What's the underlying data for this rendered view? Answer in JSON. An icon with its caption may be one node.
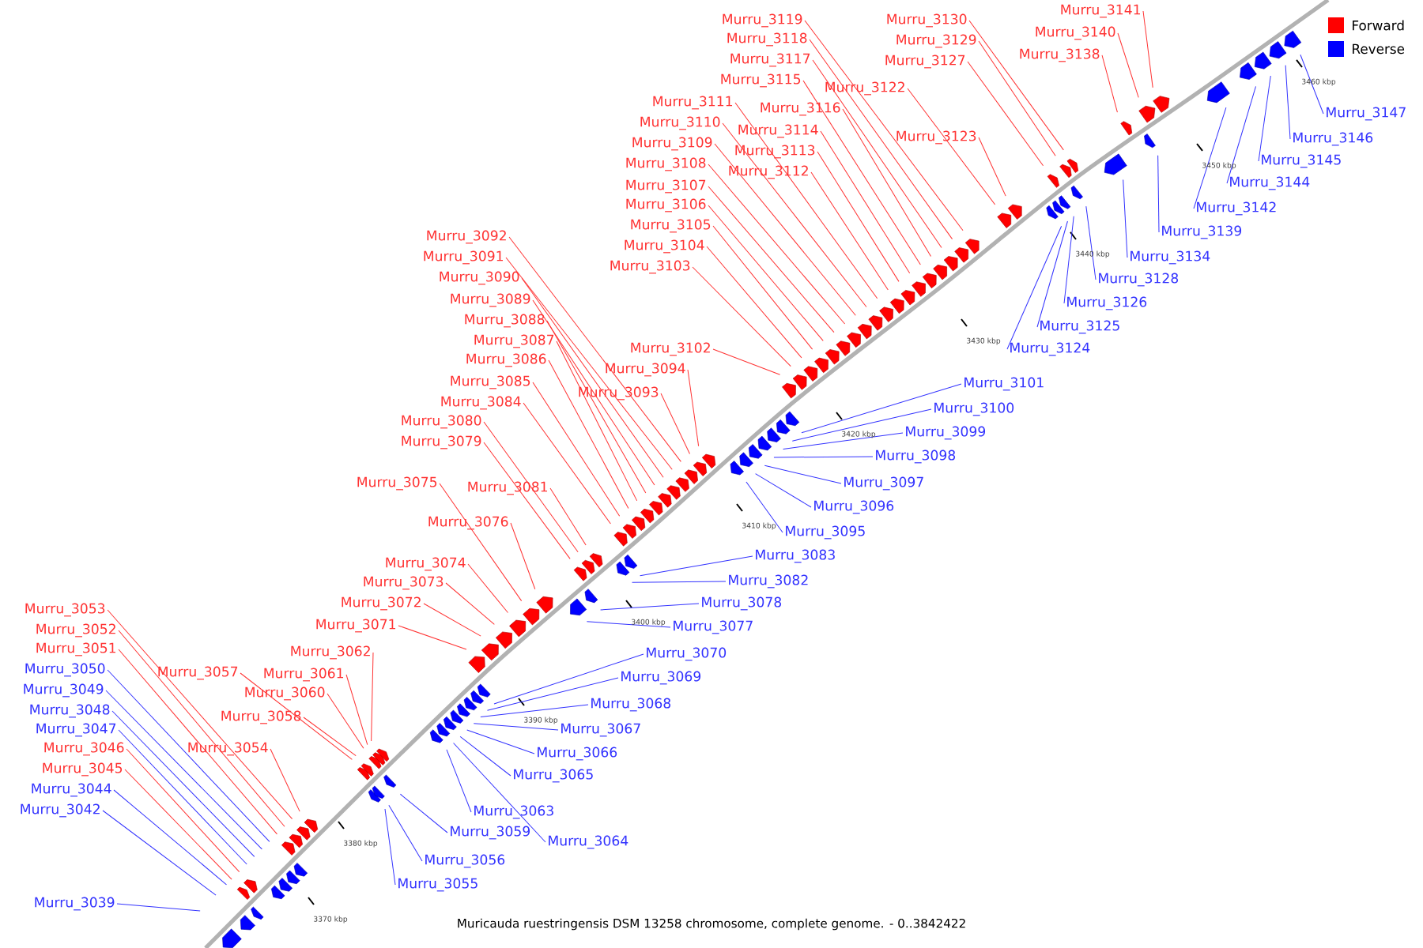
{
  "diagram": {
    "caption": "Muricauda ruestringensis DSM 13258 chromosome, complete genome. - 0..3842422",
    "nodes": [
      {
        "text": [
          "Murru_3039"
        ]
      },
      {
        "text": [
          "Murru_3042"
        ]
      },
      {
        "text": [
          "Murru_3044"
        ]
      },
      {
        "text": [
          "Murru_3045"
        ]
      },
      {
        "text": [
          "Murru_3046"
        ]
      },
      {
        "text": [
          "Murru_3047"
        ]
      },
      {
        "text": [
          "Murru_3048"
        ]
      },
      {
        "text": [
          "Murru_3049"
        ]
      },
      {
        "text": [
          "Murru_3050"
        ]
      },
      {
        "text": [
          "Murru_3051"
        ]
      },
      {
        "text": [
          "Murru_3052"
        ]
      },
      {
        "text": [
          "Murru_3053"
        ]
      },
      {
        "text": [
          "Murru_3054"
        ]
      },
      {
        "text": [
          "Murru_3055"
        ]
      },
      {
        "text": [
          "Murru_3056"
        ]
      },
      {
        "text": [
          "Murru_3057"
        ]
      },
      {
        "text": [
          "Murru_3058"
        ]
      },
      {
        "text": [
          "Murru_3059"
        ]
      },
      {
        "text": [
          "Murru_3060"
        ]
      },
      {
        "text": [
          "Murru_3061"
        ]
      },
      {
        "text": [
          "Murru_3062"
        ]
      },
      {
        "text": [
          "Murru_3063"
        ]
      },
      {
        "text": [
          "Murru_3064"
        ]
      },
      {
        "text": [
          "Murru_3065"
        ]
      },
      {
        "text": [
          "Murru_3066"
        ]
      },
      {
        "text": [
          "Murru_3067"
        ]
      },
      {
        "text": [
          "Murru_3068"
        ]
      },
      {
        "text": [
          "Murru_3069"
        ]
      },
      {
        "text": [
          "Murru_3070"
        ]
      },
      {
        "text": [
          "Murru_3071"
        ]
      },
      {
        "text": [
          "Murru_3072"
        ]
      },
      {
        "text": [
          "Murru_3073"
        ]
      },
      {
        "text": [
          "Murru_3074"
        ]
      },
      {
        "text": [
          "Murru_3075"
        ]
      },
      {
        "text": [
          "Murru_3076"
        ]
      },
      {
        "text": [
          "Murru_3077"
        ]
      },
      {
        "text": [
          "Murru_3078"
        ]
      },
      {
        "text": [
          "Murru_3079"
        ]
      },
      {
        "text": [
          "Murru_3080"
        ]
      },
      {
        "text": [
          "Murru_3081"
        ]
      },
      {
        "text": [
          "Murru_3082"
        ]
      },
      {
        "text": [
          "Murru_3083"
        ]
      },
      {
        "text": [
          "Murru_3084"
        ]
      },
      {
        "text": [
          "Murru_3085"
        ]
      },
      {
        "text": [
          "Murru_3086"
        ]
      },
      {
        "text": [
          "Murru_3087"
        ]
      },
      {
        "text": [
          "Murru_3088"
        ]
      },
      {
        "text": [
          "Murru_3089"
        ]
      },
      {
        "text": [
          "Murru_3090"
        ]
      },
      {
        "text": [
          "Murru_3091"
        ]
      },
      {
        "text": [
          "Murru_3092"
        ]
      },
      {
        "text": [
          "Murru_3093"
        ]
      },
      {
        "text": [
          "Murru_3094"
        ]
      },
      {
        "text": [
          "Murru_3095"
        ]
      },
      {
        "text": [
          "Murru_3096"
        ]
      },
      {
        "text": [
          "Murru_3097"
        ]
      },
      {
        "text": [
          "Murru_3098"
        ]
      },
      {
        "text": [
          "Murru_3099"
        ]
      },
      {
        "text": [
          "Murru_3100"
        ]
      },
      {
        "text": [
          "Murru_3101"
        ]
      },
      {
        "text": [
          "Murru_3102"
        ]
      },
      {
        "text": [
          "Murru_3103"
        ]
      },
      {
        "text": [
          "Murru_3104"
        ]
      },
      {
        "text": [
          "Murru_3105"
        ]
      },
      {
        "text": [
          "Murru_3106"
        ]
      },
      {
        "text": [
          "Murru_3107"
        ]
      },
      {
        "text": [
          "Murru_3108"
        ]
      },
      {
        "text": [
          "Murru_3109"
        ]
      },
      {
        "text": [
          "Murru_3110"
        ]
      },
      {
        "text": [
          "Murru_3111"
        ]
      },
      {
        "text": [
          "Murru_3112"
        ]
      },
      {
        "text": [
          "Murru_3113"
        ]
      },
      {
        "text": [
          "Murru_3114"
        ]
      },
      {
        "text": [
          "Murru_3115"
        ]
      },
      {
        "text": [
          "Murru_3116"
        ]
      },
      {
        "text": [
          "Murru_3117"
        ]
      },
      {
        "text": [
          "Murru_3118"
        ]
      },
      {
        "text": [
          "Murru_3119"
        ]
      },
      {
        "text": [
          "Murru_3122"
        ]
      },
      {
        "text": [
          "Murru_3123"
        ]
      },
      {
        "text": [
          "Murru_3124"
        ]
      },
      {
        "text": [
          "Murru_3125"
        ]
      },
      {
        "text": [
          "Murru_3126"
        ]
      },
      {
        "text": [
          "Murru_3127"
        ]
      },
      {
        "text": [
          "Murru_3128"
        ]
      },
      {
        "text": [
          "Murru_3129"
        ]
      },
      {
        "text": [
          "Murru_3130"
        ]
      },
      {
        "text": [
          "Murru_3134"
        ]
      },
      {
        "text": [
          "Murru_3138"
        ]
      },
      {
        "text": [
          "Murru_3139"
        ]
      },
      {
        "text": [
          "Murru_3140"
        ]
      },
      {
        "text": [
          "Murru_3141"
        ]
      },
      {
        "text": [
          "Murru_3142"
        ]
      },
      {
        "text": [
          "Murru_3144"
        ]
      },
      {
        "text": [
          "Murru_3145"
        ]
      },
      {
        "text": [
          "Murru_3146"
        ]
      },
      {
        "text": [
          "Murru_3147"
        ]
      }
    ],
    "edges": [
      {
        "from": 0,
        "to": null,
        "arrow": "none",
        "color": "#3333ff"
      },
      {
        "from": 1,
        "to": null,
        "arrow": "none",
        "color": "#3333ff"
      },
      {
        "from": 2,
        "to": null,
        "arrow": "none",
        "color": "#3333ff"
      },
      {
        "from": 3,
        "to": null,
        "arrow": "none"
      },
      {
        "from": 4,
        "to": null,
        "arrow": "none"
      },
      {
        "from": 5,
        "to": null,
        "arrow": "none",
        "color": "#3333ff"
      },
      {
        "from": 6,
        "to": null,
        "arrow": "none",
        "color": "#3333ff"
      },
      {
        "from": 7,
        "to": null,
        "arrow": "none",
        "color": "#3333ff"
      },
      {
        "from": 8,
        "to": null,
        "arrow": "none",
        "color": "#3333ff"
      },
      {
        "from": 9,
        "to": null,
        "arrow": "none"
      },
      {
        "from": 10,
        "to": null,
        "arrow": "none"
      },
      {
        "from": 11,
        "to": null,
        "arrow": "none"
      },
      {
        "from": 12,
        "to": null,
        "arrow": "none"
      },
      {
        "from": 13,
        "to": null,
        "arrow": "none",
        "color": "#3333ff"
      },
      {
        "from": 14,
        "to": null,
        "arrow": "none",
        "color": "#3333ff"
      },
      {
        "from": 15,
        "to": null,
        "arrow": "none"
      },
      {
        "from": 16,
        "to": null,
        "arrow": "none"
      },
      {
        "from": 17,
        "to": null,
        "arrow": "none",
        "color": "#3333ff"
      },
      {
        "from": 18,
        "to": null,
        "arrow": "none"
      },
      {
        "from": 19,
        "to": null,
        "arrow": "none"
      },
      {
        "from": 20,
        "to": null,
        "arrow": "none"
      },
      {
        "from": 21,
        "to": null,
        "arrow": "none",
        "color": "#3333ff"
      },
      {
        "from": 22,
        "to": null,
        "arrow": "none",
        "color": "#3333ff"
      },
      {
        "from": 23,
        "to": null,
        "arrow": "none",
        "color": "#3333ff"
      },
      {
        "from": 24,
        "to": null,
        "arrow": "none",
        "color": "#3333ff"
      },
      {
        "from": 25,
        "to": null,
        "arrow": "none",
        "color": "#3333ff"
      },
      {
        "from": 26,
        "to": null,
        "arrow": "none",
        "color": "#3333ff"
      },
      {
        "from": 27,
        "to": null,
        "arrow": "none",
        "color": "#3333ff"
      },
      {
        "from": 28,
        "to": null,
        "arrow": "none",
        "color": "#3333ff"
      },
      {
        "from": 29,
        "to": null,
        "arrow": "none"
      },
      {
        "from": 30,
        "to": null,
        "arrow": "none"
      },
      {
        "from": 31,
        "to": null,
        "arrow": "none"
      },
      {
        "from": 32,
        "to": null,
        "arrow": "none"
      },
      {
        "from": 33,
        "to": null,
        "arrow": "none"
      },
      {
        "from": 34,
        "to": null,
        "arrow": "none"
      },
      {
        "from": 35,
        "to": null,
        "arrow": "none",
        "color": "#3333ff"
      },
      {
        "from": 36,
        "to": null,
        "arrow": "none",
        "color": "#3333ff"
      },
      {
        "from": 37,
        "to": null,
        "arrow": "none"
      },
      {
        "from": 38,
        "to": null,
        "arrow": "none"
      },
      {
        "from": 39,
        "to": null,
        "arrow": "none"
      },
      {
        "from": 40,
        "to": null,
        "arrow": "none",
        "color": "#3333ff"
      },
      {
        "from": 41,
        "to": null,
        "arrow": "none",
        "color": "#3333ff"
      },
      {
        "from": 42,
        "to": null,
        "arrow": "none"
      },
      {
        "from": 43,
        "to": null,
        "arrow": "none"
      },
      {
        "from": 44,
        "to": null,
        "arrow": "none"
      },
      {
        "from": 45,
        "to": null,
        "arrow": "none"
      },
      {
        "from": 46,
        "to": null,
        "arrow": "none"
      },
      {
        "from": 47,
        "to": null,
        "arrow": "none"
      },
      {
        "from": 48,
        "to": null,
        "arrow": "none"
      },
      {
        "from": 49,
        "to": null,
        "arrow": "none"
      },
      {
        "from": 50,
        "to": null,
        "arrow": "none"
      },
      {
        "from": 51,
        "to": null,
        "arrow": "none"
      },
      {
        "from": 52,
        "to": null,
        "arrow": "none"
      },
      {
        "from": 53,
        "to": null,
        "arrow": "none",
        "color": "#3333ff"
      },
      {
        "from": 54,
        "to": null,
        "arrow": "none",
        "color": "#3333ff"
      },
      {
        "from": 55,
        "to": null,
        "arrow": "none",
        "color": "#3333ff"
      },
      {
        "from": 56,
        "to": null,
        "arrow": "none",
        "color": "#3333ff"
      },
      {
        "from": 57,
        "to": null,
        "arrow": "none",
        "color": "#3333ff"
      },
      {
        "from": 58,
        "to": null,
        "arrow": "none",
        "color": "#3333ff"
      },
      {
        "from": 59,
        "to": null,
        "arrow": "none",
        "color": "#3333ff"
      },
      {
        "from": 60,
        "to": null,
        "arrow": "none"
      },
      {
        "from": 61,
        "to": null,
        "arrow": "none"
      },
      {
        "from": 62,
        "to": null,
        "arrow": "none"
      },
      {
        "from": 63,
        "to": null,
        "arrow": "none"
      },
      {
        "from": 64,
        "to": null,
        "arrow": "none"
      },
      {
        "from": 65,
        "to": null,
        "arrow": "none"
      },
      {
        "from": 66,
        "to": null,
        "arrow": "none"
      },
      {
        "from": 67,
        "to": null,
        "arrow": "none"
      },
      {
        "from": 68,
        "to": null,
        "arrow": "none"
      },
      {
        "from": 69,
        "to": null,
        "arrow": "none"
      },
      {
        "from": 70,
        "to": null,
        "arrow": "none"
      },
      {
        "from": 71,
        "to": null,
        "arrow": "none"
      },
      {
        "from": 72,
        "to": null,
        "arrow": "none"
      },
      {
        "from": 73,
        "to": null,
        "arrow": "none"
      },
      {
        "from": 74,
        "to": null,
        "arrow": "none"
      },
      {
        "from": 75,
        "to": null,
        "arrow": "none"
      },
      {
        "from": 76,
        "to": null,
        "arrow": "none"
      },
      {
        "from": 77,
        "to": null,
        "arrow": "none"
      },
      {
        "from": 78,
        "to": null,
        "arrow": "none"
      },
      {
        "from": 79,
        "to": null,
        "arrow": "none"
      },
      {
        "from": 80,
        "to": null,
        "arrow": "none",
        "color": "#3333ff"
      },
      {
        "from": 81,
        "to": null,
        "arrow": "none",
        "color": "#3333ff"
      },
      {
        "from": 82,
        "to": null,
        "arrow": "none",
        "color": "#3333ff"
      },
      {
        "from": 83,
        "to": null,
        "arrow": "none"
      },
      {
        "from": 84,
        "to": null,
        "arrow": "none",
        "color": "#3333ff"
      },
      {
        "from": 85,
        "to": null,
        "arrow": "none"
      },
      {
        "from": 86,
        "to": null,
        "arrow": "none"
      },
      {
        "from": 87,
        "to": null,
        "arrow": "none",
        "color": "#3333ff"
      },
      {
        "from": 88,
        "to": null,
        "arrow": "none"
      },
      {
        "from": 89,
        "to": null,
        "arrow": "none",
        "color": "#3333ff"
      },
      {
        "from": 90,
        "to": null,
        "arrow": "none"
      },
      {
        "from": 91,
        "to": null,
        "arrow": "none"
      },
      {
        "from": 92,
        "to": null,
        "arrow": "none",
        "color": "#3333ff"
      },
      {
        "from": 93,
        "to": null,
        "arrow": "none",
        "color": "#3333ff"
      },
      {
        "from": 94,
        "to": null,
        "arrow": "none",
        "color": "#3333ff"
      },
      {
        "from": 95,
        "to": null,
        "arrow": "none",
        "color": "#3333ff"
      },
      {
        "from": 96,
        "to": null,
        "arrow": "none",
        "color": "#3333ff"
      }
    ],
    "labels": [
      "3370 kbp",
      "3380 kbp",
      "3390 kbp",
      "3400 kbp",
      "3410 kbp",
      "3420 kbp",
      "3430 kbp",
      "3440 kbp",
      "3450 kbp",
      "3460 kbp"
    ],
    "legend": [
      {
        "text": "Forward",
        "color": "#ff0000"
      },
      {
        "text": "Reverse",
        "color": "#0000ff"
      }
    ]
  }
}
